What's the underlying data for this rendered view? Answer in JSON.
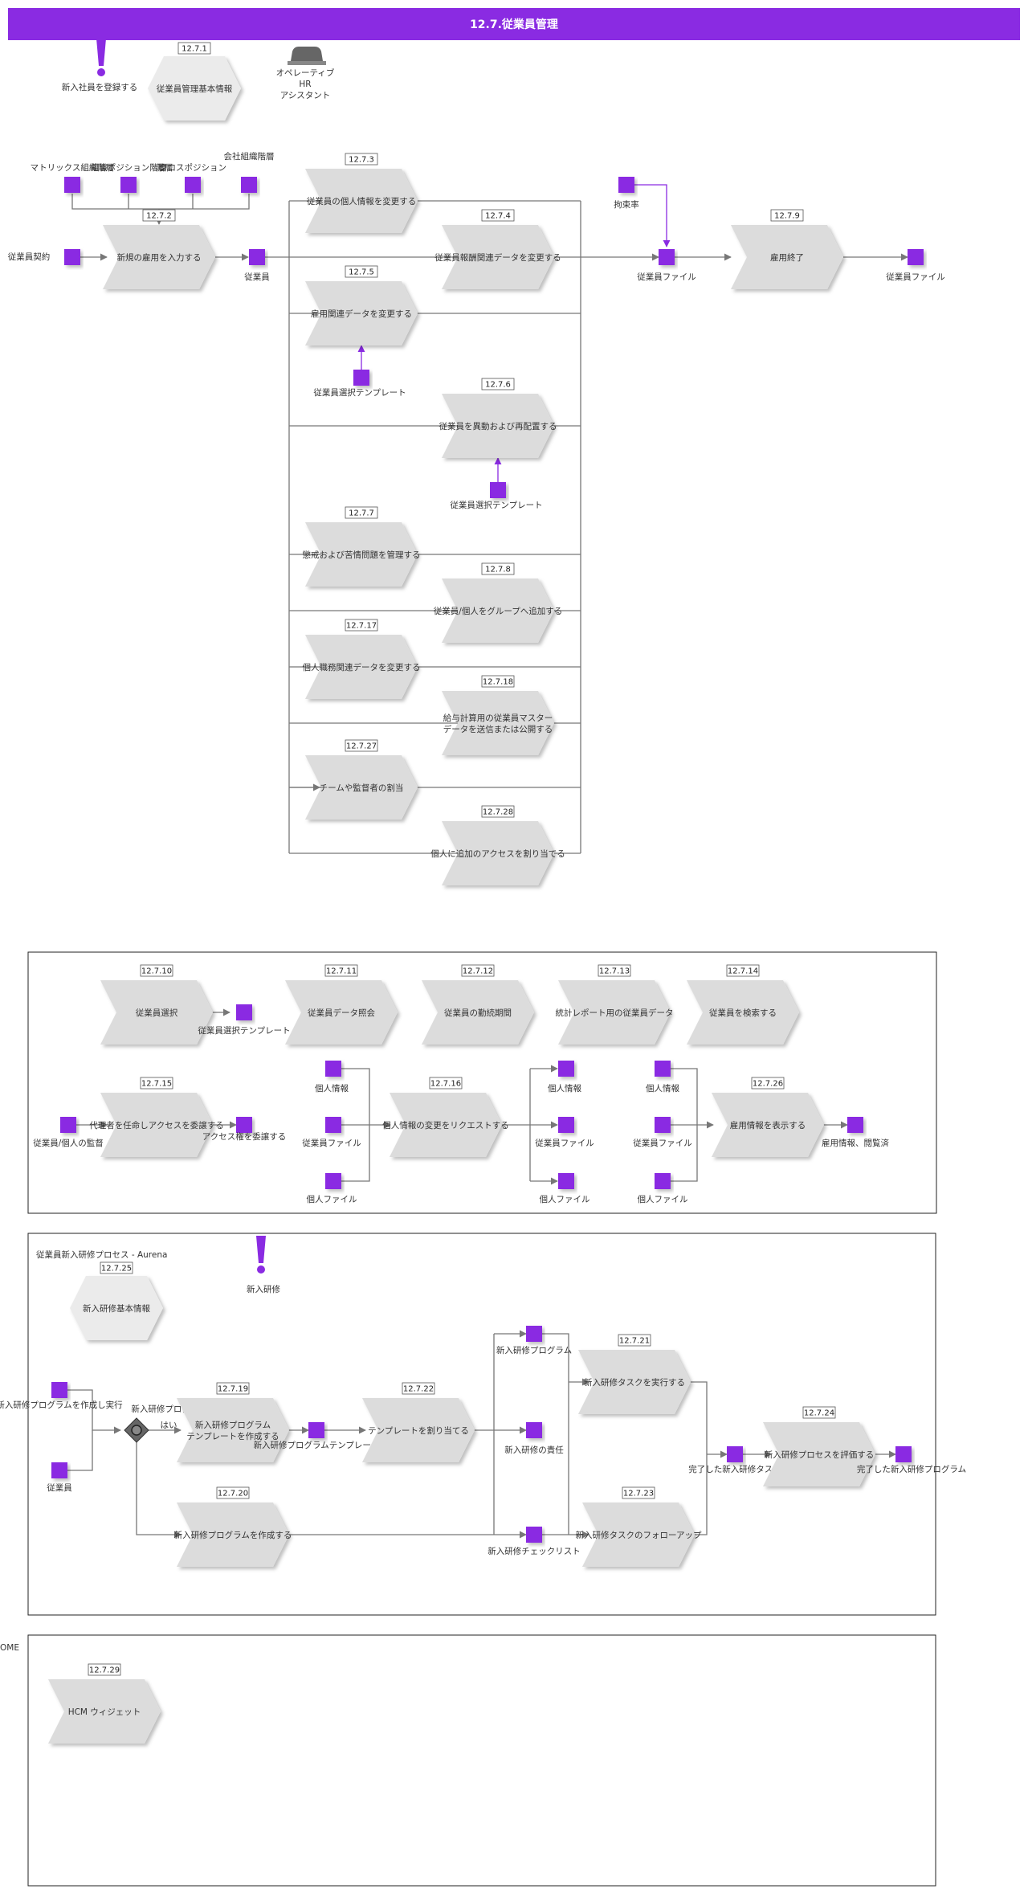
{
  "title": "12.7.従業員管理",
  "top_items": {
    "event_label": "新入社員を登録する",
    "basic_info_id": "12.7.1",
    "basic_info_label": "従業員管理基本情報",
    "system_label_1": "オペレーティブ",
    "system_label_2": "HR",
    "system_label_3": "アシスタント"
  },
  "processes": {
    "p2": {
      "id": "12.7.2",
      "label": "新規の雇用を入力する"
    },
    "p3": {
      "id": "12.7.3",
      "label": "従業員の個人情報を変更する"
    },
    "p4": {
      "id": "12.7.4",
      "label": "従業員報酬関連データを変更する"
    },
    "p5": {
      "id": "12.7.5",
      "label": "雇用関連データを変更する"
    },
    "p6": {
      "id": "12.7.6",
      "label": "従業員を異動および再配置する"
    },
    "p7": {
      "id": "12.7.7",
      "label": "懲戒および苦情問題を管理する"
    },
    "p8": {
      "id": "12.7.8",
      "label": "従業員/個人をグループへ追加する"
    },
    "p17": {
      "id": "12.7.17",
      "label": "個人職務関連データを変更する"
    },
    "p18": {
      "id": "12.7.18",
      "label_1": "給与計算用の従業員マスター",
      "label_2": "データを送信または公開する"
    },
    "p27": {
      "id": "12.7.27",
      "label": "チームや監督者の割当"
    },
    "p28": {
      "id": "12.7.28",
      "label": "個人に追加のアクセスを割り当てる"
    },
    "p9": {
      "id": "12.7.9",
      "label": "雇用終了"
    },
    "p10": {
      "id": "12.7.10",
      "label": "従業員選択"
    },
    "p11": {
      "id": "12.7.11",
      "label": "従業員データ照会"
    },
    "p12": {
      "id": "12.7.12",
      "label": "従業員の勤続期間"
    },
    "p13": {
      "id": "12.7.13",
      "label": "統計レポート用の従業員データ"
    },
    "p14": {
      "id": "12.7.14",
      "label": "従業員を検索する"
    },
    "p15": {
      "id": "12.7.15",
      "label": "代理者を任命しアクセスを委譲する"
    },
    "p16": {
      "id": "12.7.16",
      "label": "個人情報の変更をリクエストする"
    },
    "p26": {
      "id": "12.7.26",
      "label": "雇用情報を表示する"
    },
    "p19": {
      "id": "12.7.19",
      "label_1": "新入研修プログラム",
      "label_2": "テンプレートを作成する"
    },
    "p20": {
      "id": "12.7.20",
      "label": "新入研修プログラムを作成する"
    },
    "p21": {
      "id": "12.7.21",
      "label": "新入研修タスクを実行する"
    },
    "p22": {
      "id": "12.7.22",
      "label": "テンプレートを割り当てる"
    },
    "p23": {
      "id": "12.7.23",
      "label": "新入研修タスクのフォローアップ"
    },
    "p24": {
      "id": "12.7.24",
      "label": "新入研修プロセスを評価する"
    },
    "p29": {
      "id": "12.7.29",
      "label": "HCM ウィジェット"
    }
  },
  "data_objects": {
    "matrix_org": "マトリックス組織階層",
    "position_hier": "組織ポジション階層",
    "crosspos_1": "クロスポジション",
    "crosspos_2": "階層",
    "company_org_1": "会社組織階層",
    "company_org_2": "",
    "contract": "従業員契約",
    "employee": "従業員",
    "template_1": "従業員選択テンプレート",
    "template_2": "従業員選択テンプレート",
    "restraint": "拘束率",
    "file_1": "従業員ファイル",
    "file_2": "従業員ファイル",
    "template_3": "従業員選択テンプレート",
    "supervisor": "従業員/個人の監督",
    "delegate": "アクセス権を委譲する",
    "personal_1": "個人情報",
    "emp_file_3": "従業員ファイル",
    "personal_file_1": "個人ファイル",
    "personal_2": "個人情報",
    "emp_file_4": "従業員ファイル",
    "personal_file_2": "個人ファイル",
    "personal_3": "個人情報",
    "emp_file_5": "従業員ファイル",
    "personal_file_3": "個人ファイル",
    "employment_info": "雇用情報、閲覧済",
    "onb_src_1": "新入研修プログラムを作成し実行",
    "onb_src_2": "従業員",
    "decision_question": "新入研修プログラムを作成しますか?",
    "yes": "はい",
    "onb_template": "新入研修プログラムテンプレート",
    "onb_program": "新入研修プログラム",
    "onb_resp": "新入研修の責任",
    "onb_checklist": "新入研修チェックリスト",
    "completed_tasks": "完了した新入研修タスク",
    "completed_program": "完了した新入研修プログラム"
  },
  "section3": {
    "title": "従業員新入研修プロセス - Aurena",
    "basic_id": "12.7.25",
    "basic_label": "新入研修基本情報",
    "event_label": "新入研修"
  },
  "section4": {
    "side_label": "OME"
  },
  "colors": {
    "header": "#8a2be2",
    "data_object": "#8a2be2",
    "process_fill": "#dcdcdc",
    "connector": "#777777"
  }
}
